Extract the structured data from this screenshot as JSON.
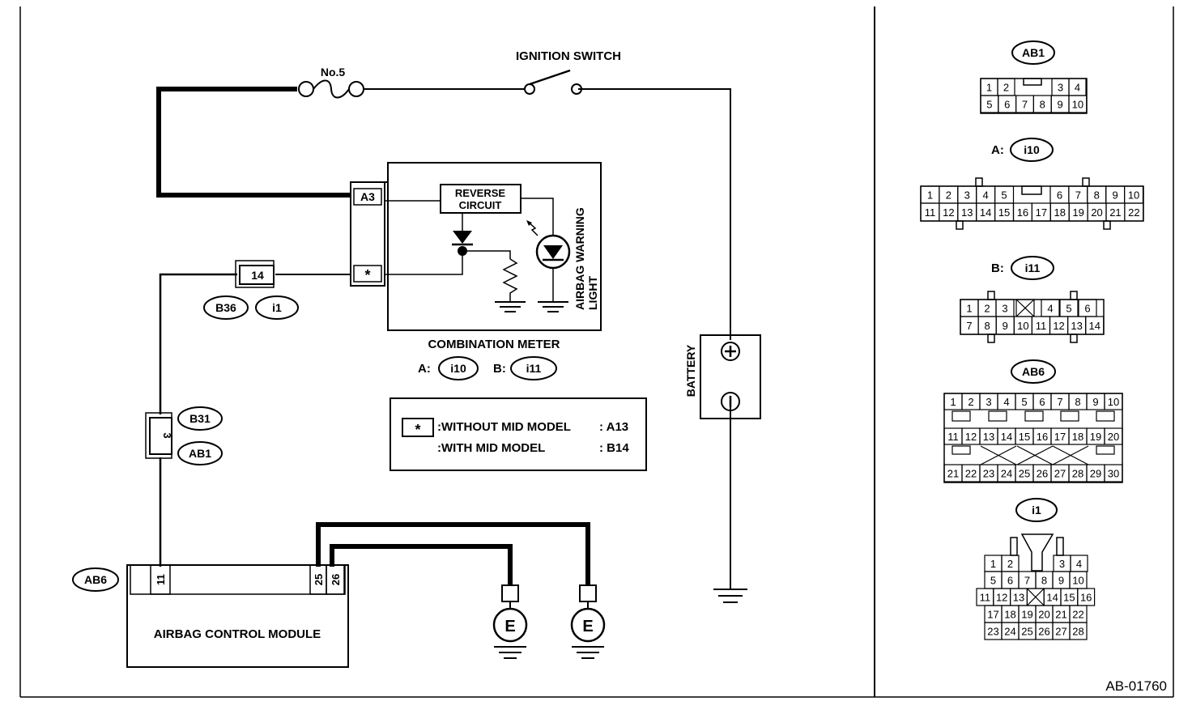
{
  "labels": {
    "fuse": "No.5",
    "ignition_switch": "IGNITION SWITCH",
    "reverse_circuit_line1": "REVERSE",
    "reverse_circuit_line2": "CIRCUIT",
    "warning_light_line1": "AIRBAG WARNING",
    "warning_light_line2": "LIGHT",
    "combination_meter": "COMBINATION METER",
    "battery": "BATTERY",
    "airbag_control_module": "AIRBAG CONTROL MODULE",
    "figure_id": "AB-01760",
    "ground_symbol": "E",
    "plus": "+",
    "minus": "−"
  },
  "meter_connectors": {
    "a_prefix": "A:",
    "a_code": "i10",
    "b_prefix": "B:",
    "b_code": "i11"
  },
  "meter_terminals": {
    "a3": "A3",
    "star": "*"
  },
  "wire_connectors": {
    "pin14": "14",
    "b36": "B36",
    "i1": "i1",
    "pin3": "3",
    "b31": "B31",
    "ab1": "AB1"
  },
  "module": {
    "connector": "AB6",
    "pin11": "11",
    "pin25": "25",
    "pin26": "26"
  },
  "note": {
    "star": "*",
    "row1_text": ":WITHOUT MID MODEL",
    "row1_value": ": A13",
    "row2_text": ":WITH MID MODEL",
    "row2_value": ": B14"
  },
  "connector_views": {
    "ab1": {
      "title": "AB1",
      "row1": [
        "1",
        "2",
        "",
        "3",
        "4"
      ],
      "row2": [
        "5",
        "6",
        "7",
        "8",
        "9",
        "10"
      ]
    },
    "i10": {
      "prefix": "A:",
      "title": "i10",
      "row1": [
        "1",
        "2",
        "3",
        "4",
        "5",
        "",
        "6",
        "7",
        "8",
        "9",
        "10"
      ],
      "row2": [
        "11",
        "12",
        "13",
        "14",
        "15",
        "16",
        "17",
        "18",
        "19",
        "20",
        "21",
        "22"
      ]
    },
    "i11": {
      "prefix": "B:",
      "title": "i11",
      "row1": [
        "1",
        "2",
        "3",
        "",
        "4",
        "5",
        "6"
      ],
      "row2": [
        "7",
        "8",
        "9",
        "10",
        "11",
        "12",
        "13",
        "14"
      ]
    },
    "ab6": {
      "title": "AB6",
      "row1": [
        "1",
        "2",
        "3",
        "4",
        "5",
        "6",
        "7",
        "8",
        "9",
        "10"
      ],
      "row2": [
        "11",
        "12",
        "13",
        "14",
        "15",
        "16",
        "17",
        "18",
        "19",
        "20"
      ],
      "row3": [
        "21",
        "22",
        "23",
        "24",
        "25",
        "26",
        "27",
        "28",
        "29",
        "30"
      ]
    },
    "i1": {
      "title": "i1",
      "row1": [
        "1",
        "2",
        "3",
        "4"
      ],
      "row2": [
        "5",
        "6",
        "7",
        "8",
        "9",
        "10"
      ],
      "row3": [
        "11",
        "12",
        "13",
        "",
        "14",
        "15",
        "16"
      ],
      "row4": [
        "17",
        "18",
        "19",
        "20",
        "21",
        "22"
      ],
      "row5": [
        "23",
        "24",
        "25",
        "26",
        "27",
        "28"
      ]
    }
  }
}
